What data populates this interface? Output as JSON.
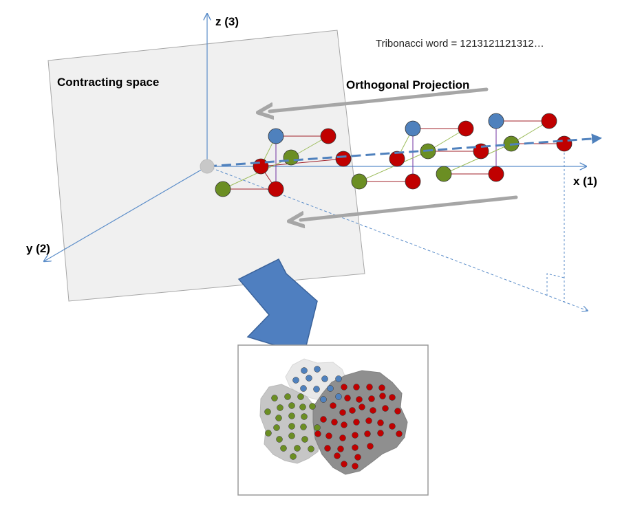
{
  "labels": {
    "z_axis": "z (3)",
    "x_axis": "x (1)",
    "y_axis": "y (2)",
    "tribonacci": "Tribonacci word = 1213121121312…",
    "contracting": "Contracting space",
    "projection": "Orthogonal Projection"
  },
  "colors": {
    "letter_1": "#c00000",
    "letter_2": "#6b8e23",
    "letter_3": "#4f81bd",
    "axis": "#5b8dc9",
    "arrow_gray": "#a6a6a6",
    "big_arrow": "#4f7fc0",
    "plane": "#f0f0f0"
  }
}
